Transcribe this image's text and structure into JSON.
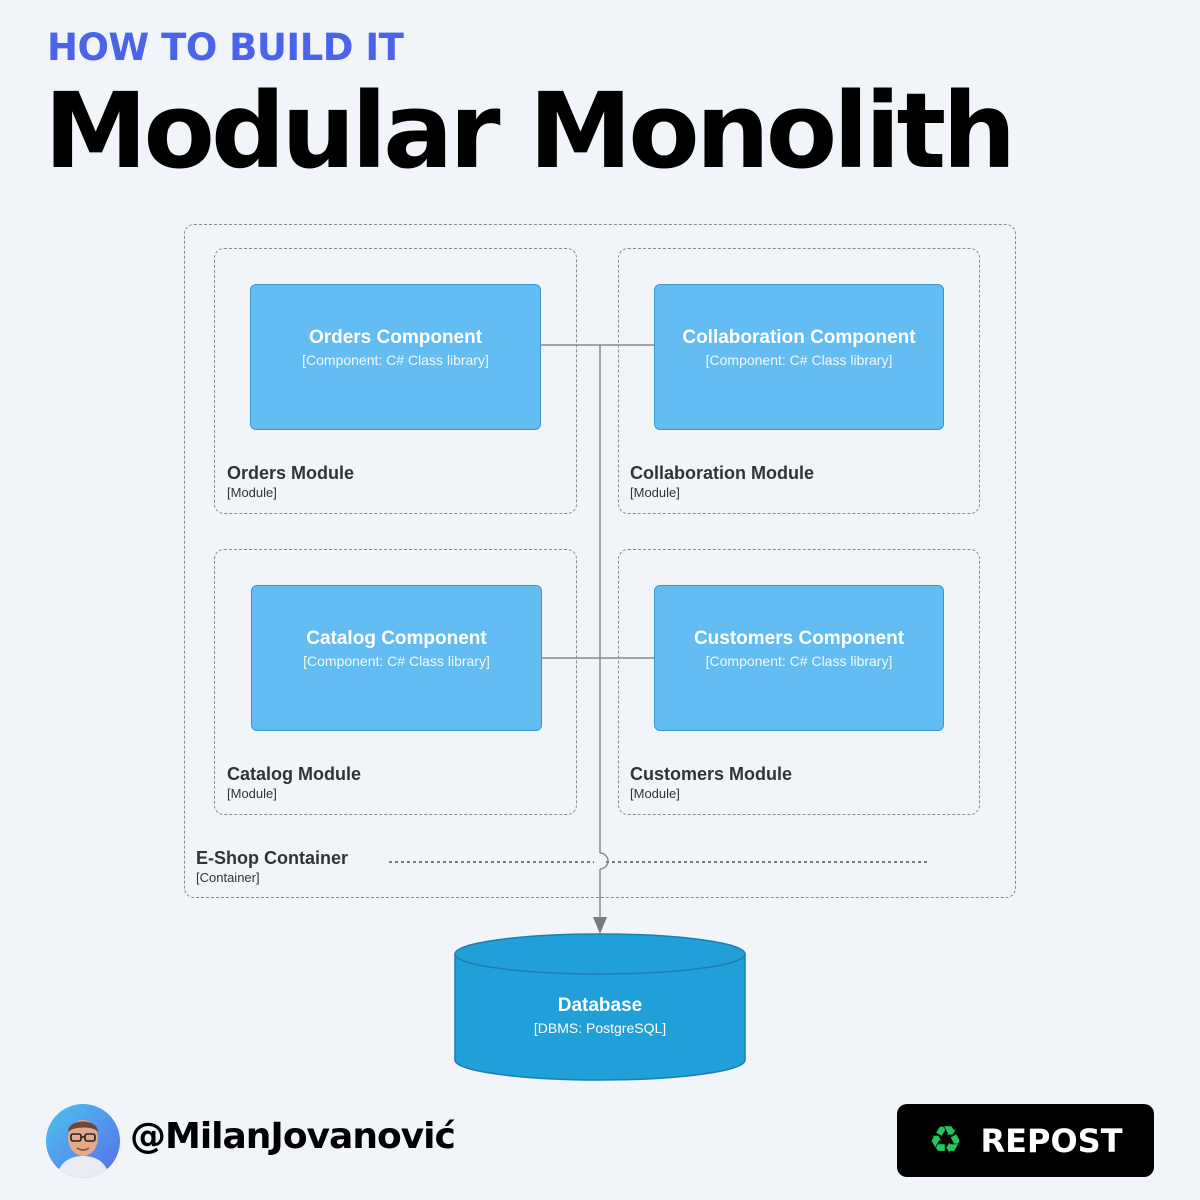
{
  "header": {
    "eyebrow": "HOW TO BUILD IT",
    "title": "Modular Monolith"
  },
  "diagram": {
    "container": {
      "name": "E-Shop Container",
      "tag": "[Container]"
    },
    "modules": [
      {
        "name": "Orders Module",
        "tag": "[Module]",
        "component": {
          "name": "Orders Component",
          "tech": "[Component: C# Class library]"
        }
      },
      {
        "name": "Collaboration Module",
        "tag": "[Module]",
        "component": {
          "name": "Collaboration Component",
          "tech": "[Component: C# Class library]"
        }
      },
      {
        "name": "Catalog Module",
        "tag": "[Module]",
        "component": {
          "name": "Catalog Component",
          "tech": "[Component: C# Class library]"
        }
      },
      {
        "name": "Customers Module",
        "tag": "[Module]",
        "component": {
          "name": "Customers Component",
          "tech": "[Component: C# Class library]"
        }
      }
    ],
    "database": {
      "name": "Database",
      "tech": "[DBMS: PostgreSQL]"
    }
  },
  "footer": {
    "handle": "@MilanJovanović",
    "repost_label": "REPOST",
    "repost_icon": "recycle-icon"
  },
  "colors": {
    "accent": "#4a63e8",
    "component_fill": "#63bcf2",
    "database_fill": "#219fd8",
    "background": "#f1f5fa"
  }
}
